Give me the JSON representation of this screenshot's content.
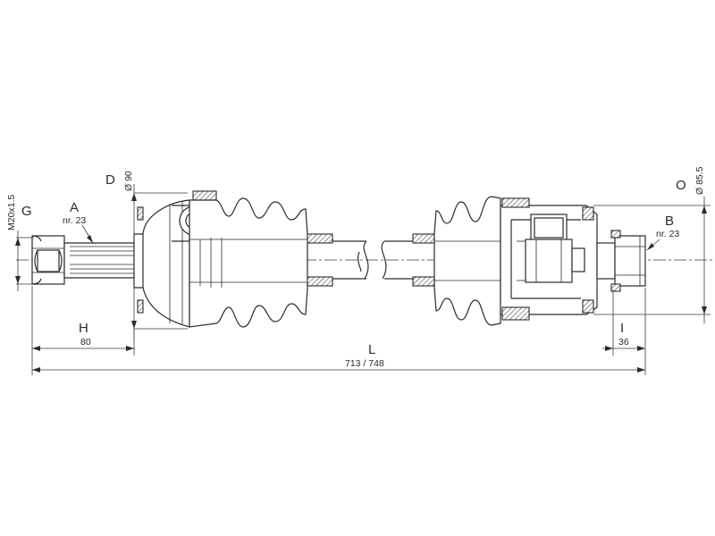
{
  "labels": {
    "A": "A",
    "A_sub": "nr. 23",
    "B": "B",
    "B_sub": "nr. 23",
    "D": "D",
    "D_val": "Ø 90",
    "O": "O",
    "O_val": "Ø 85.5",
    "G": "G",
    "G_val": "M20x1.5",
    "H": "H",
    "H_val": "80",
    "I": "I",
    "I_val": "36",
    "L": "L",
    "L_val": "713 / 748"
  }
}
